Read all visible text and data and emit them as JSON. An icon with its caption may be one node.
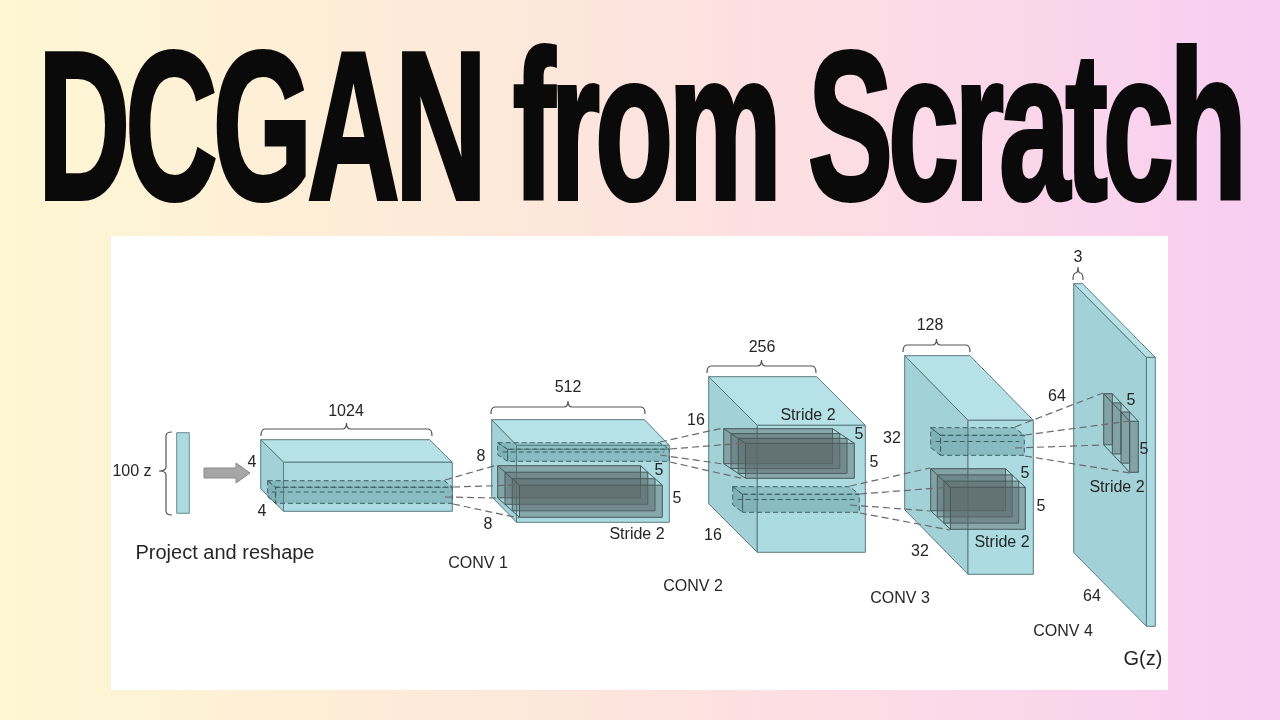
{
  "diagram": {
    "title": "DCGAN from Scratch",
    "nodes": [
      {
        "text": [],
        "shape": "bar"
      },
      {
        "text": [],
        "shape": "box"
      },
      {
        "text": [],
        "shape": "box",
        "in": 1
      },
      {
        "text": [],
        "shape": "box"
      },
      {
        "text": [],
        "shape": "box",
        "in": 3
      },
      {
        "text": [],
        "shape": "box",
        "in": 3,
        "beside": [
          "Stride 2"
        ]
      },
      {
        "text": [],
        "shape": "box"
      },
      {
        "text": [],
        "shape": "box",
        "in": 6,
        "beside": [
          "Stride 2"
        ]
      },
      {
        "text": [],
        "shape": "box",
        "in": 6
      },
      {
        "text": [],
        "shape": "box"
      },
      {
        "text": [],
        "shape": "box",
        "in": 9
      },
      {
        "text": [],
        "shape": "box",
        "in": 9,
        "beside": [
          "Stride 2"
        ]
      },
      {
        "text": [],
        "shape": "box"
      },
      {
        "text": [],
        "shape": "box",
        "in": 12,
        "beside": [
          "Stride 2"
        ]
      }
    ],
    "edges": [
      {
        "from": 0,
        "to": 1,
        "arrow": "to",
        "style": "thick",
        "color": "#a6a6a6"
      },
      {
        "from": 2,
        "to": 5,
        "arrow": "none",
        "style": "dashed"
      },
      {
        "from": 2,
        "to": 5,
        "arrow": "none",
        "style": "dashed"
      },
      {
        "from": 2,
        "to": 5,
        "arrow": "none",
        "style": "dashed"
      },
      {
        "from": 2,
        "to": 5,
        "arrow": "none",
        "style": "dashed"
      },
      {
        "from": 4,
        "to": 7,
        "arrow": "none",
        "style": "dashed"
      },
      {
        "from": 4,
        "to": 7,
        "arrow": "none",
        "style": "dashed"
      },
      {
        "from": 4,
        "to": 7,
        "arrow": "none",
        "style": "dashed"
      },
      {
        "from": 4,
        "to": 7,
        "arrow": "none",
        "style": "dashed"
      },
      {
        "from": 8,
        "to": 11,
        "arrow": "none",
        "style": "dashed"
      },
      {
        "from": 8,
        "to": 11,
        "arrow": "none",
        "style": "dashed"
      },
      {
        "from": 8,
        "to": 11,
        "arrow": "none",
        "style": "dashed"
      },
      {
        "from": 8,
        "to": 11,
        "arrow": "none",
        "style": "dashed"
      },
      {
        "from": 10,
        "to": 13,
        "arrow": "none",
        "style": "dashed"
      },
      {
        "from": 10,
        "to": 13,
        "arrow": "none",
        "style": "dashed"
      },
      {
        "from": 10,
        "to": 13,
        "arrow": "none",
        "style": "dashed"
      },
      {
        "from": 10,
        "to": 13,
        "arrow": "none",
        "style": "dashed"
      }
    ],
    "labels": [
      "100 z",
      "Project and reshape",
      "1024",
      "4",
      "4",
      "CONV 1",
      "512",
      "8",
      "5",
      "5",
      "8",
      "CONV 2",
      "256",
      "16",
      "5",
      "5",
      "16",
      "CONV 3",
      "128",
      "32",
      "5",
      "5",
      "32",
      "3",
      "64",
      "5",
      "5",
      "64",
      "CONV 4",
      "G(z)"
    ]
  }
}
